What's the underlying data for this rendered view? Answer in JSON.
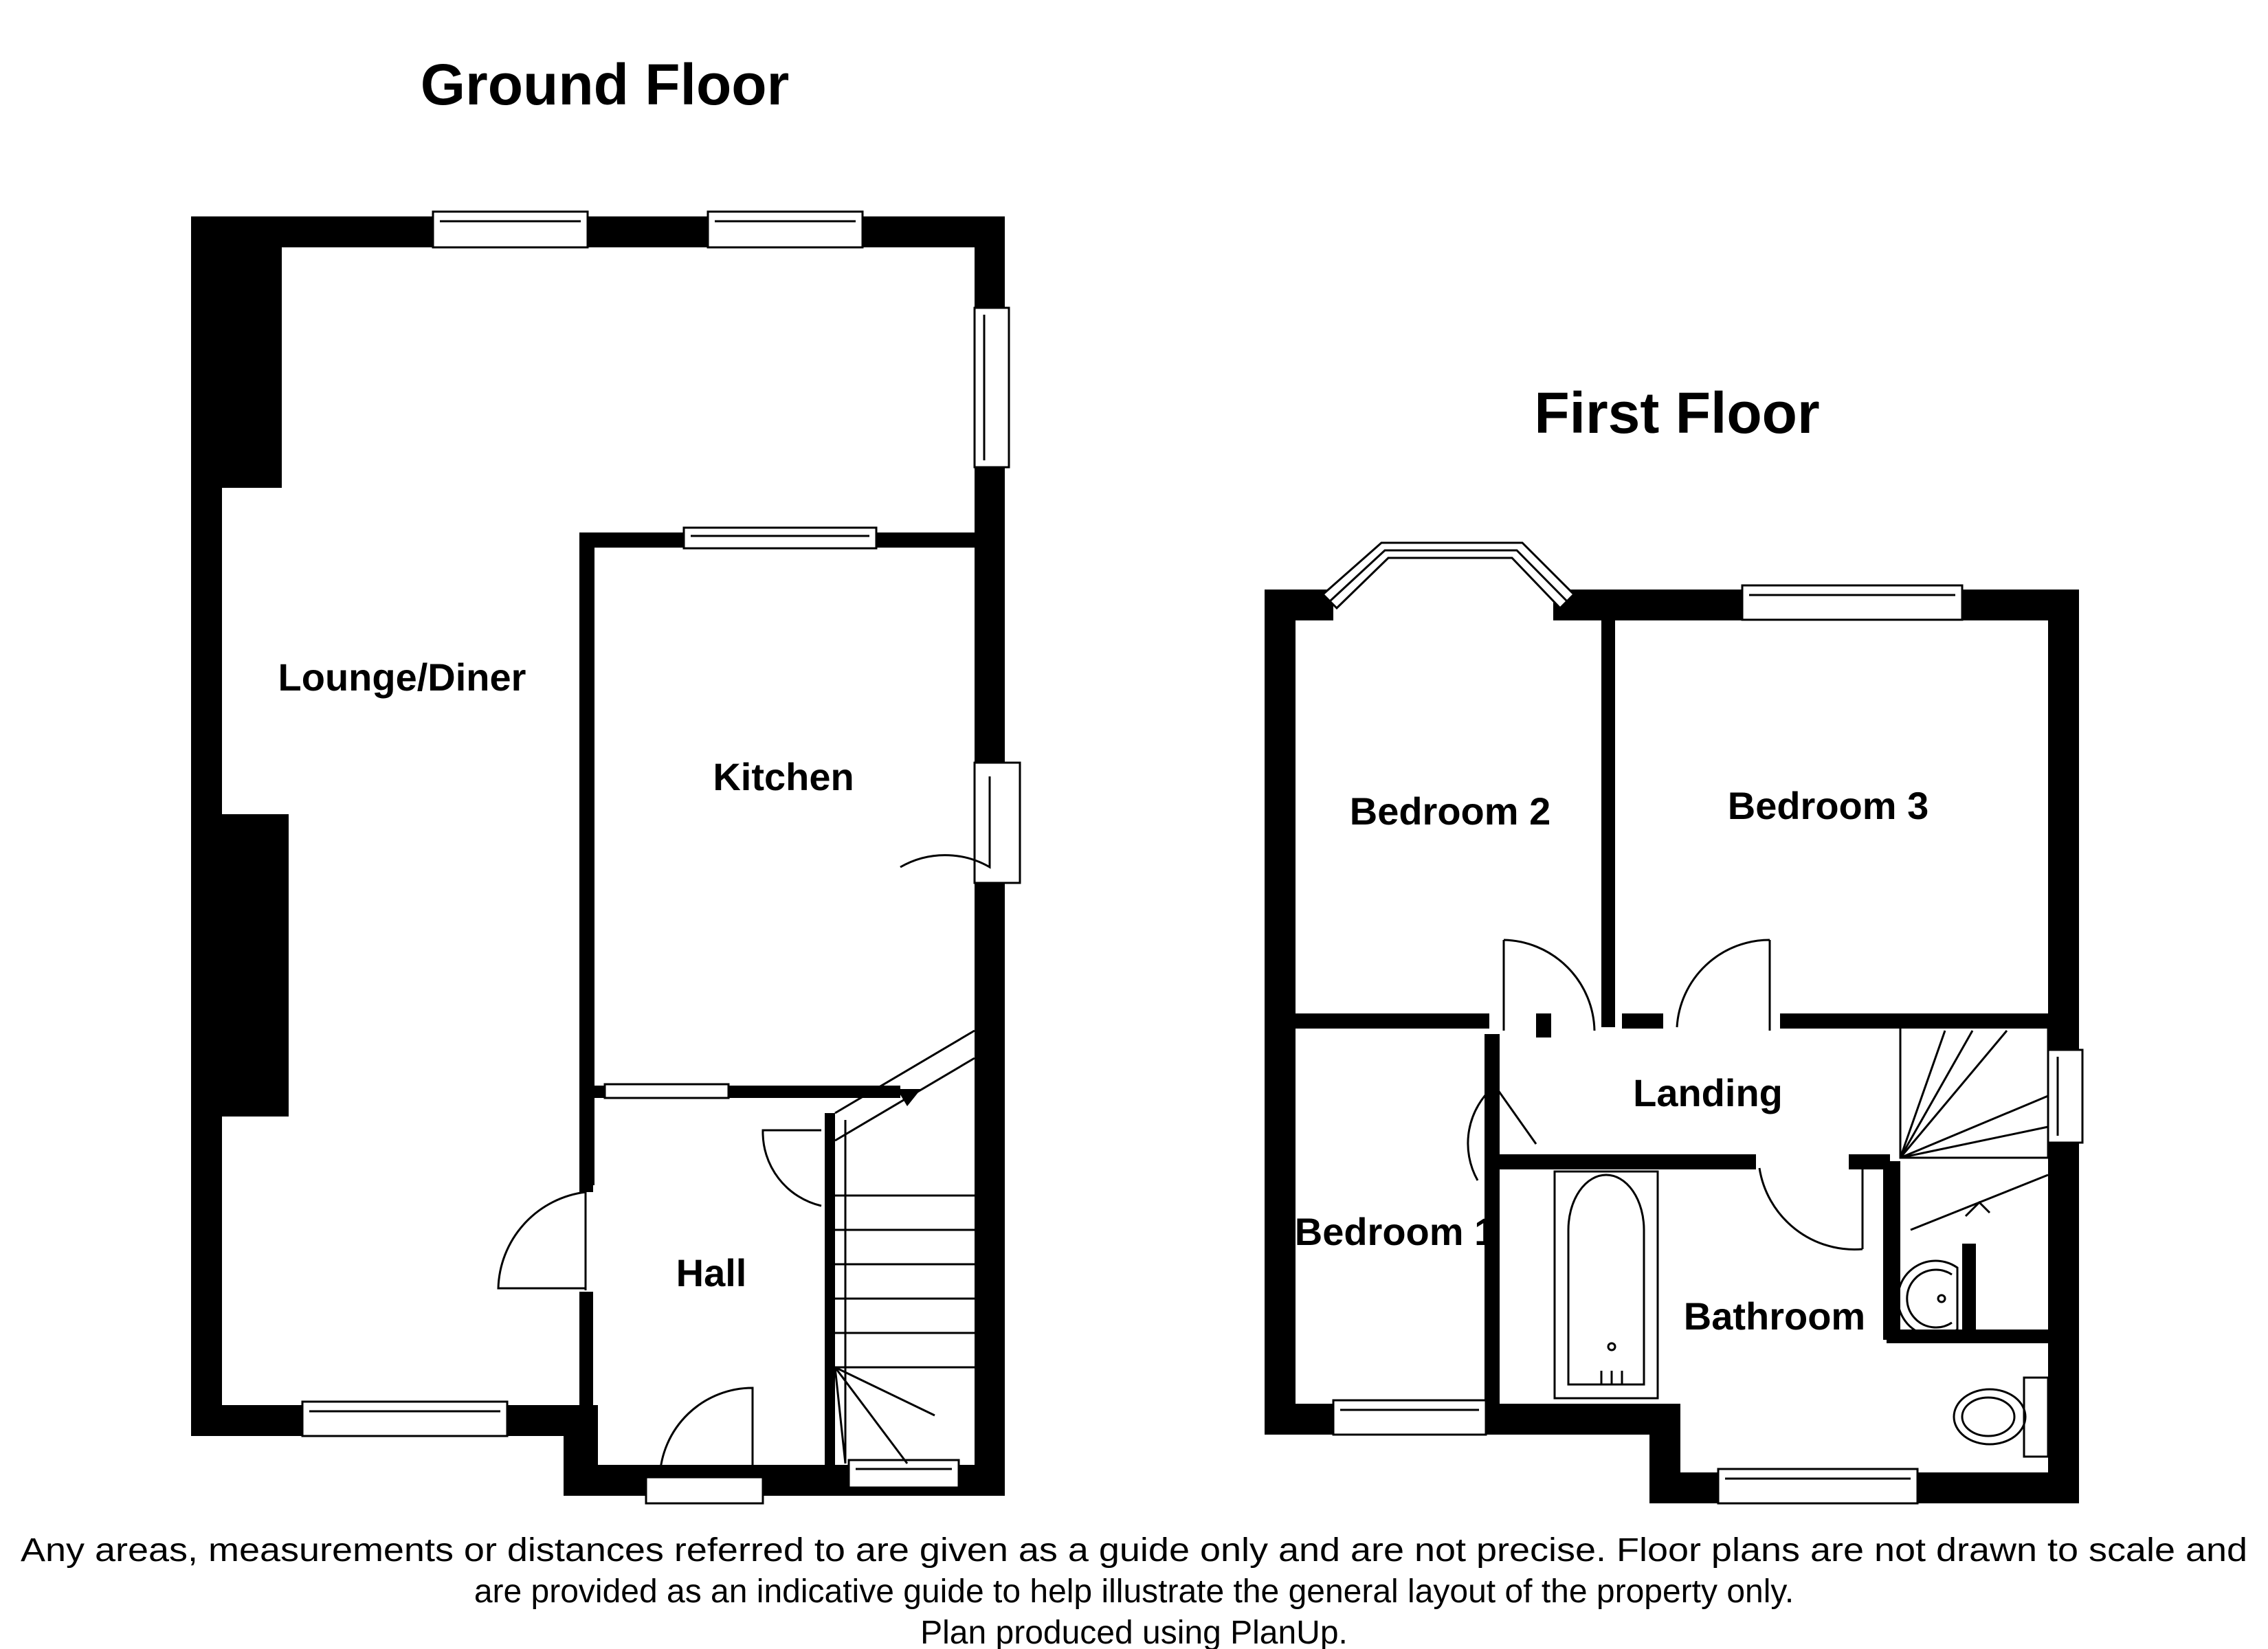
{
  "titles": {
    "ground": "Ground Floor",
    "first": "First Floor"
  },
  "rooms": {
    "lounge": "Lounge/Diner",
    "kitchen": "Kitchen",
    "hall": "Hall",
    "bedroom1": "Bedroom 1",
    "bedroom2": "Bedroom 2",
    "bedroom3": "Bedroom 3",
    "landing": "Landing",
    "bathroom": "Bathroom"
  },
  "disclaimer": {
    "line1": "Any areas, measurements or distances referred to are given as a guide only and are not precise. Floor plans are not drawn to scale and",
    "line2": "are provided as an indicative guide to help illustrate the general layout of the property only.",
    "line3": "Plan produced using PlanUp."
  }
}
